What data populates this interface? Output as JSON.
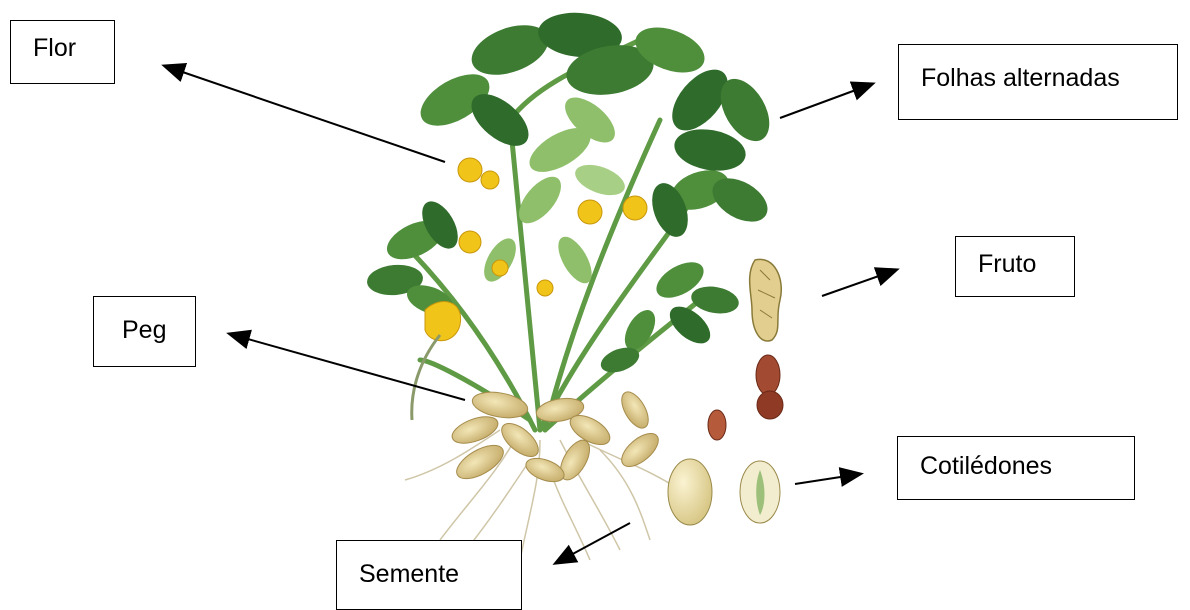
{
  "labels": {
    "flor": "Flor",
    "folhas": "Folhas alternadas",
    "fruto": "Fruto",
    "peg": "Peg",
    "cotiledones": "Cotilédones",
    "semente": "Semente"
  },
  "colors": {
    "leaf_dark": "#2f6b2a",
    "leaf": "#4f8f3c",
    "leaf_light": "#8fbf6a",
    "flower": "#f0c419",
    "pod": "#e2cf8f",
    "seed_red": "#a34a32",
    "root": "#cfc6a8"
  }
}
